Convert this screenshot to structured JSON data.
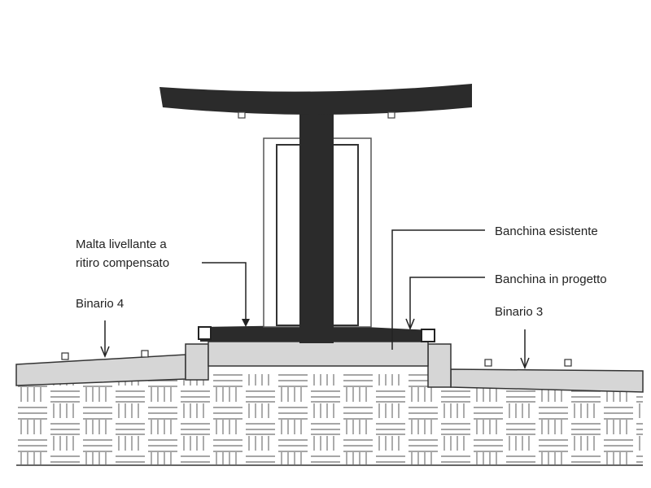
{
  "labels": {
    "malta_line1": "Malta livellante a",
    "malta_line2": "ritiro compensato",
    "binario_4": "Binario 4",
    "banchina_esistente": "Banchina esistente",
    "banchina_progetto": "Banchina in progetto",
    "binario_3": "Binario 3"
  },
  "colors": {
    "canopy": "#2b2b2b",
    "slab": "#d6d6d6",
    "outline": "#333333",
    "hatch": "#888888"
  }
}
